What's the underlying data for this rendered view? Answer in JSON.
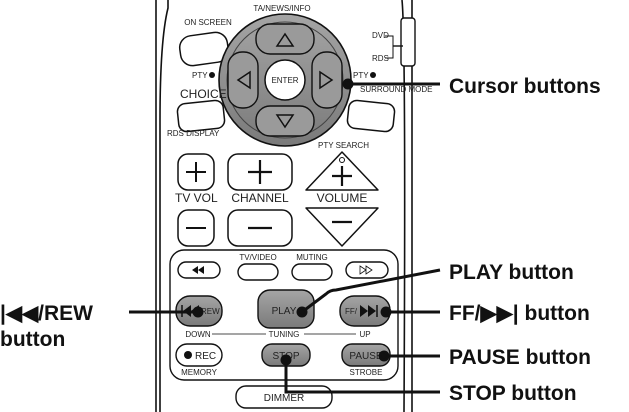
{
  "remote": {
    "ta_news_info": "TA/NEWS/INFO",
    "on_screen": "ON SCREEN",
    "enter": "ENTER",
    "pty_minus": "PTY",
    "pty_plus": "PTY",
    "dvd": "DVD",
    "rds": "RDS",
    "choice": "CHOICE",
    "surround_mode": "SURROUND MODE",
    "rds_display": "RDS DISPLAY",
    "pty_search": "PTY SEARCH",
    "tv_vol": "TV VOL",
    "channel": "CHANNEL",
    "volume": "VOLUME",
    "tv_video": "TV/VIDEO",
    "muting": "MUTING",
    "rew_key": "REW",
    "play_key": "PLAY",
    "ff_key": "FF/",
    "down": "DOWN",
    "tuning": "TUNING",
    "up": "UP",
    "rec_key": "REC",
    "memory": "MEMORY",
    "stop_key": "STOP",
    "pause_key": "PAUSE",
    "strobe": "STROBE",
    "dimmer": "DIMMER"
  },
  "callouts": {
    "cursor": "Cursor buttons",
    "play": "PLAY button",
    "rew_line1": "|◀◀/REW",
    "rew_line2": "button",
    "ff": "FF/▶▶| button",
    "pause": "PAUSE button",
    "stop": "STOP button"
  },
  "colors": {
    "button_gray": "#8c8c8c",
    "line": "#111111"
  }
}
